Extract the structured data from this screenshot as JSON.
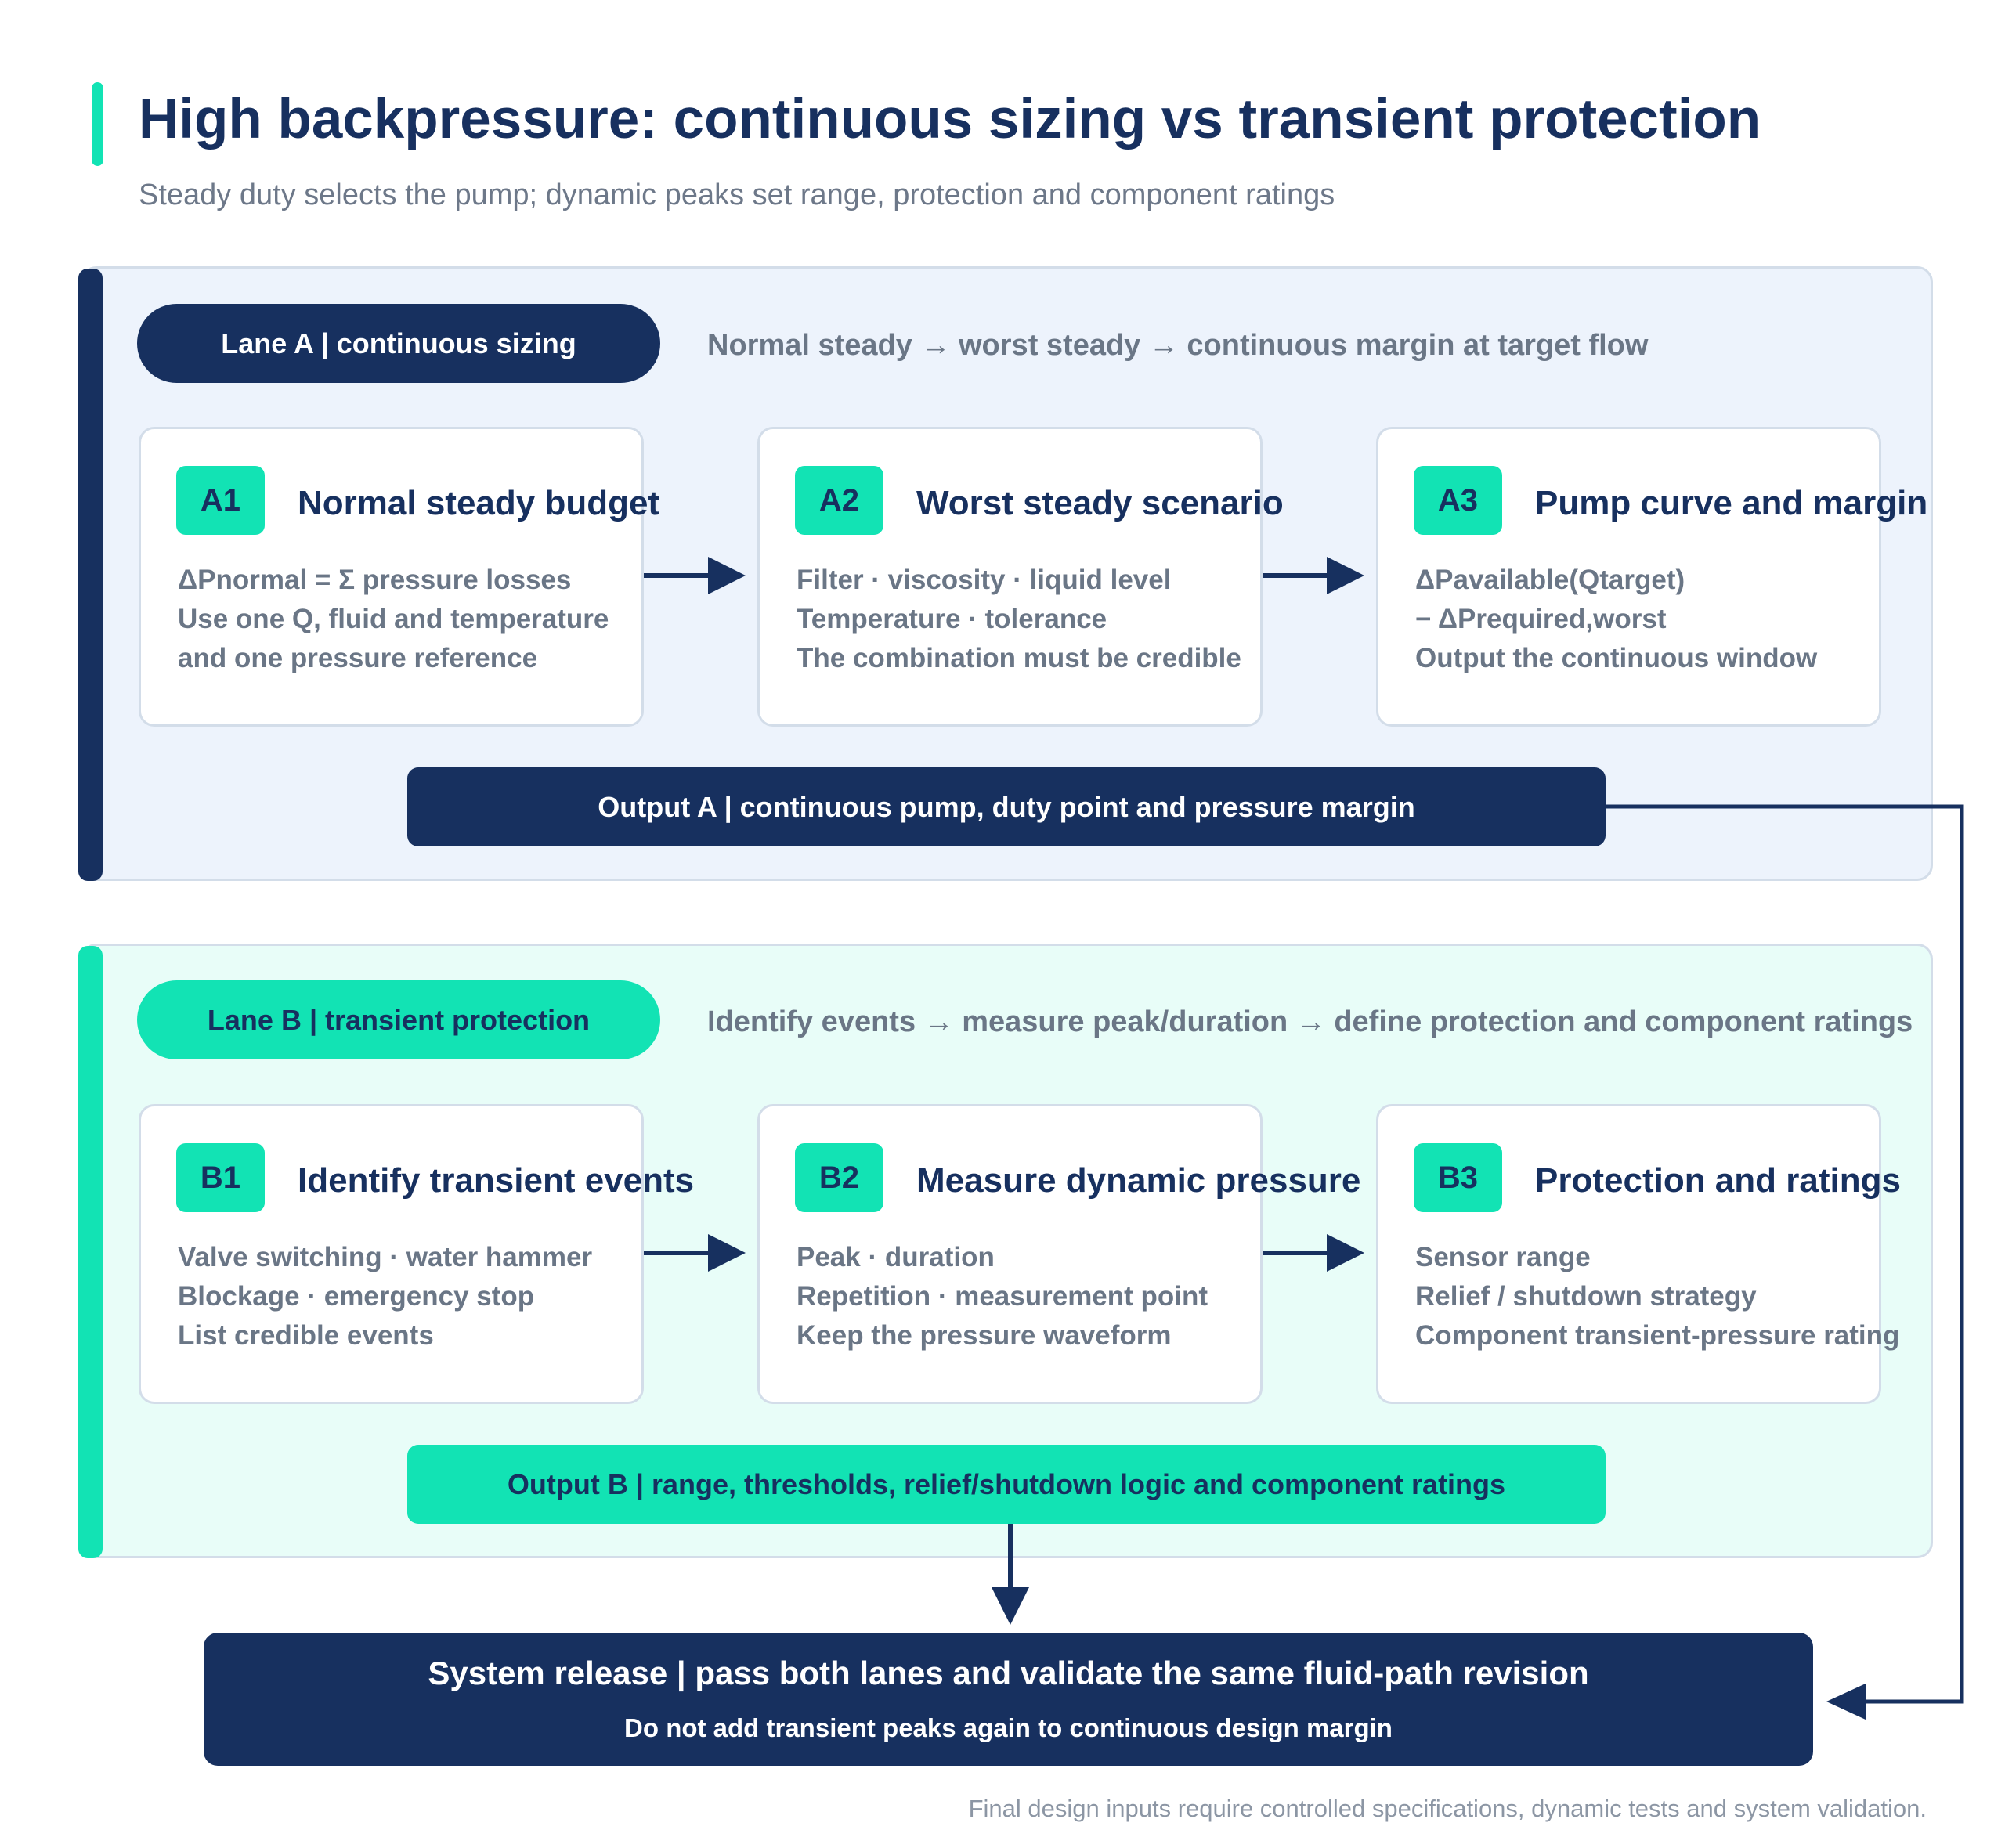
{
  "header": {
    "title": "High backpressure: continuous sizing vs transient protection",
    "subtitle": "Steady duty selects the pump; dynamic peaks set range, protection and component ratings"
  },
  "lane_a": {
    "label": "Lane A | continuous sizing",
    "flow": "Normal steady → worst steady → continuous margin at target flow",
    "cards": [
      {
        "tag": "A1",
        "title": "Normal steady budget",
        "lines": [
          "ΔPnormal = Σ pressure losses",
          "Use one Q, fluid and temperature",
          "and one pressure reference"
        ]
      },
      {
        "tag": "A2",
        "title": "Worst steady scenario",
        "lines": [
          "Filter · viscosity · liquid level",
          "Temperature · tolerance",
          "The combination must be credible"
        ]
      },
      {
        "tag": "A3",
        "title": "Pump curve and margin",
        "lines": [
          "ΔPavailable(Qtarget)",
          "− ΔPrequired,worst",
          "Output the continuous window"
        ]
      }
    ],
    "output": "Output A | continuous pump, duty point and pressure margin"
  },
  "lane_b": {
    "label": "Lane B | transient protection",
    "flow": "Identify events → measure peak/duration → define protection and component ratings",
    "cards": [
      {
        "tag": "B1",
        "title": "Identify transient events",
        "lines": [
          "Valve switching · water hammer",
          "Blockage · emergency stop",
          "List credible events"
        ]
      },
      {
        "tag": "B2",
        "title": "Measure dynamic pressure",
        "lines": [
          "Peak · duration",
          "Repetition · measurement point",
          "Keep the pressure waveform"
        ]
      },
      {
        "tag": "B3",
        "title": "Protection and ratings",
        "lines": [
          "Sensor range",
          "Relief / shutdown strategy",
          "Component transient-pressure rating"
        ]
      }
    ],
    "output": "Output B | range, thresholds, relief/shutdown logic and component ratings"
  },
  "release": {
    "title": "System release | pass both lanes and validate the same fluid-path revision",
    "subtitle": "Do not add transient peaks again to continuous design margin"
  },
  "footnote": "Final design inputs require controlled specifications, dynamic tests and system validation.",
  "colors": {
    "navy": "#17305f",
    "mint": "#12e3b4",
    "lane_a_bg": "#edf3fc",
    "lane_b_bg": "#e8fdf8",
    "muted_text": "#6a7686"
  }
}
